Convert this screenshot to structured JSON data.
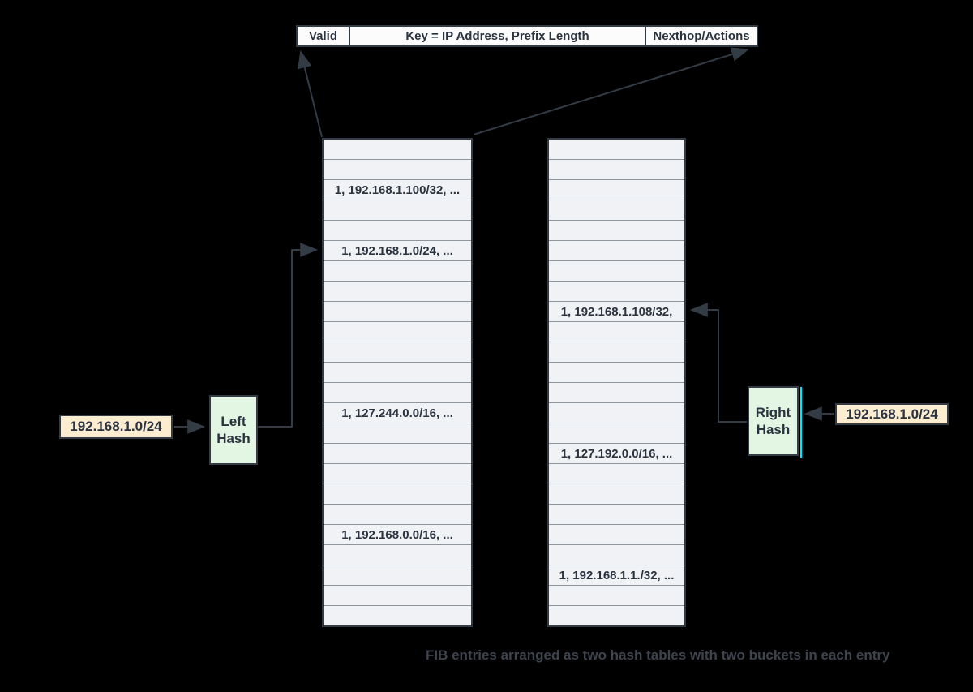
{
  "header_table": {
    "columns": [
      {
        "label": "Valid"
      },
      {
        "label": "Key = IP Address, Prefix Length"
      },
      {
        "label": "Nexthop/Actions"
      }
    ]
  },
  "left_table": {
    "title": "left hash table",
    "row_count": 24,
    "entries": [
      {
        "row": 3,
        "text": "1, 192.168.1.100/32, ..."
      },
      {
        "row": 6,
        "text": "1, 192.168.1.0/24, ..."
      },
      {
        "row": 14,
        "text": "1, 127.244.0.0/16, ..."
      },
      {
        "row": 20,
        "text": "1, 192.168.0.0/16, ..."
      }
    ]
  },
  "right_table": {
    "title": "right hash table",
    "row_count": 24,
    "entries": [
      {
        "row": 9,
        "text": "1, 192.168.1.108/32,"
      },
      {
        "row": 16,
        "text": "1, 127.192.0.0/16, ..."
      },
      {
        "row": 22,
        "text": "1, 192.168.1.1./32, ..."
      }
    ]
  },
  "left_input": {
    "label": "192.168.1.0/24"
  },
  "left_hash": {
    "label": "Left Hash"
  },
  "right_hash": {
    "label": "Right Hash"
  },
  "right_input": {
    "label": "192.168.1.0/24"
  },
  "caption": "FIB entries arranged as two hash tables with two buckets in each entry",
  "colors": {
    "background": "#000000",
    "line": "#333b45",
    "row_fill": "#f1f2f5",
    "row_separator": "#8f959d",
    "text": "#2b3340",
    "input_box_fill": "#fcecd0",
    "hash_box_fill": "#e3f6e3",
    "cyan_accent": "#00e8ff",
    "caption_text": "#3d444e"
  }
}
